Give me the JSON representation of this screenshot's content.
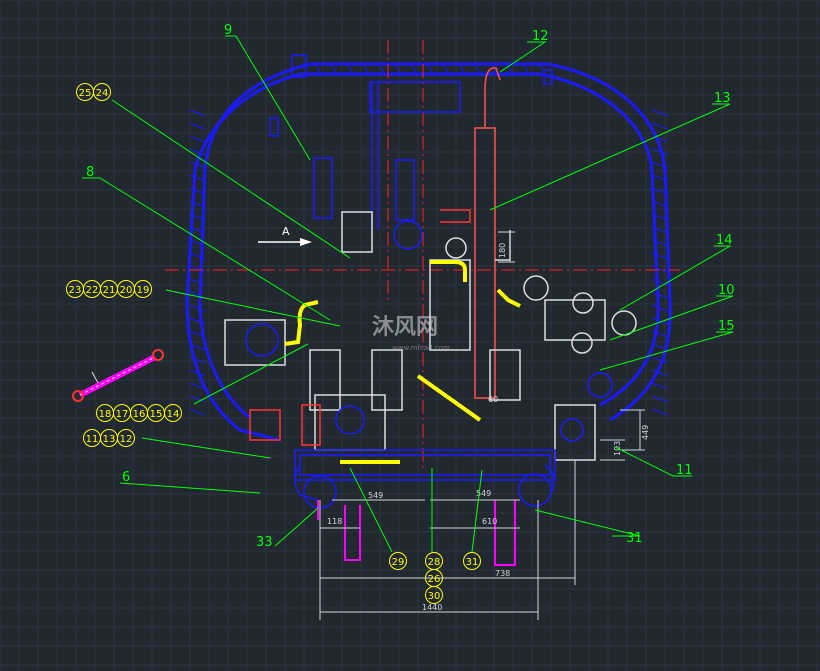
{
  "colors": {
    "background": "#212830",
    "grid": "#2c3540",
    "tank_outline": "#1a1aff",
    "leader": "#00ff00",
    "label_text": "#00ff00",
    "centerline": "#ff2020",
    "pipe_yellow": "#ffff00",
    "magenta": "#ff00ff",
    "white": "#ffffff",
    "circle_label": "#ffff00"
  },
  "callouts": {
    "c9": "9",
    "c12_top": "12",
    "c13": "13",
    "c8": "8",
    "c14": "14",
    "c10": "10",
    "c15": "15",
    "c11": "11",
    "c6": "6",
    "c33": "33",
    "c31": "31"
  },
  "circle_groups": {
    "g1": [
      "25",
      "24"
    ],
    "g2": [
      "23",
      "22",
      "21",
      "20",
      "19"
    ],
    "g3": [
      "18",
      "17",
      "16",
      "15",
      "14"
    ],
    "g4": [
      "11",
      "13",
      "12"
    ],
    "g5": [
      "29"
    ],
    "g6": [
      "28",
      "26",
      "30"
    ],
    "g7": [
      "31"
    ]
  },
  "dimensions": {
    "d180": "180",
    "d549a": "549",
    "d549b": "549",
    "d118": "118",
    "d610": "610",
    "d738": "738",
    "d1440": "1440",
    "d449": "449",
    "d103": "103",
    "d60": "60"
  },
  "view_marker": {
    "arrow_label": "A"
  },
  "watermark": {
    "main": "沐风网",
    "sub": "www.mfcad.com"
  }
}
